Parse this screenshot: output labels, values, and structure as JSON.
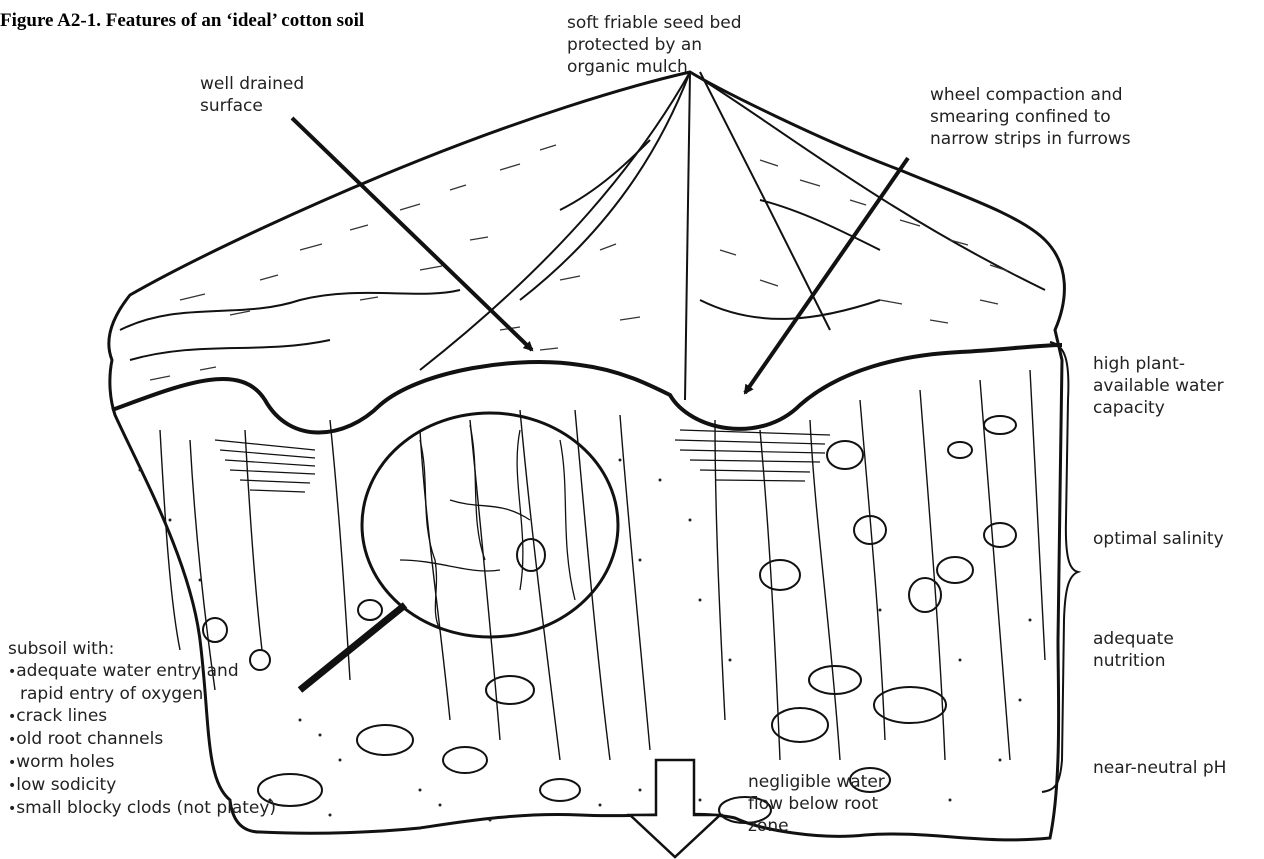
{
  "figure": {
    "title": "Figure A2-1. Features of an ‘ideal’ cotton soil"
  },
  "labels": {
    "seed_bed": [
      "soft friable seed bed",
      "protected by an",
      "organic mulch"
    ],
    "drained": [
      "well drained",
      "surface"
    ],
    "wheel": [
      "wheel compaction and",
      "smearing confined to",
      "narrow strips in furrows"
    ],
    "water_capacity": [
      "high plant-",
      "available water",
      "capacity"
    ],
    "salinity": [
      "optimal salinity"
    ],
    "nutrition": [
      "adequate",
      "nutrition"
    ],
    "ph": [
      "near-neutral pH"
    ],
    "flow": [
      "negligible water",
      "flow below root",
      "zone"
    ]
  },
  "subsoil": {
    "heading": "subsoil with:",
    "items": [
      {
        "bullet": "•",
        "text": "adequate water entry and",
        "cont": "rapid entry of oxygen"
      },
      {
        "bullet": "•",
        "text": "crack lines"
      },
      {
        "bullet": "•",
        "text": "old root channels"
      },
      {
        "bullet": "•",
        "text": "worm holes"
      },
      {
        "bullet": "•",
        "text": "low sodicity"
      },
      {
        "bullet": "•",
        "text": "small blocky clods (not platey)"
      }
    ]
  },
  "icons": {
    "down_arrow": "down-arrow-icon",
    "brace": "curly-brace"
  },
  "colors": {
    "ink": "#111111",
    "text": "#222222",
    "background": "#ffffff"
  }
}
